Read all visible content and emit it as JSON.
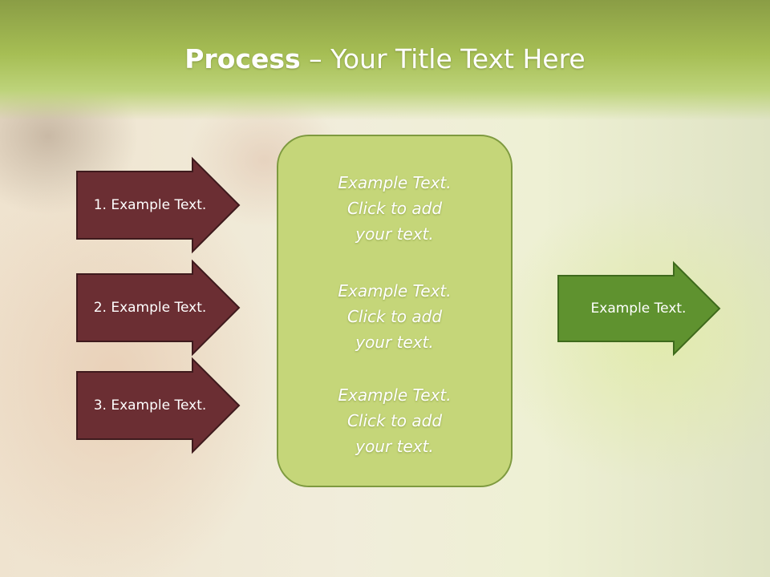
{
  "slide": {
    "title_bold": "Process",
    "title_dash": " – ",
    "title_rest": "Your Title Text Here"
  },
  "left_arrows": [
    {
      "label": "1. Example Text."
    },
    {
      "label": "2. Example Text."
    },
    {
      "label": "3. Example Text."
    }
  ],
  "center_box": {
    "blocks": [
      {
        "line1": "Example Text.",
        "line2": "Click  to add",
        "line3": "your text."
      },
      {
        "line1": "Example Text.",
        "line2": "Click  to add",
        "line3": "your text."
      },
      {
        "line1": "Example Text.",
        "line2": "Click  to add",
        "line3": "your text."
      }
    ]
  },
  "right_arrow": {
    "label": "Example Text."
  },
  "colors": {
    "header_green": "#a6be54",
    "arrow_maroon": "#6b2e33",
    "box_green": "#c5d679",
    "output_green": "#5f922f"
  }
}
